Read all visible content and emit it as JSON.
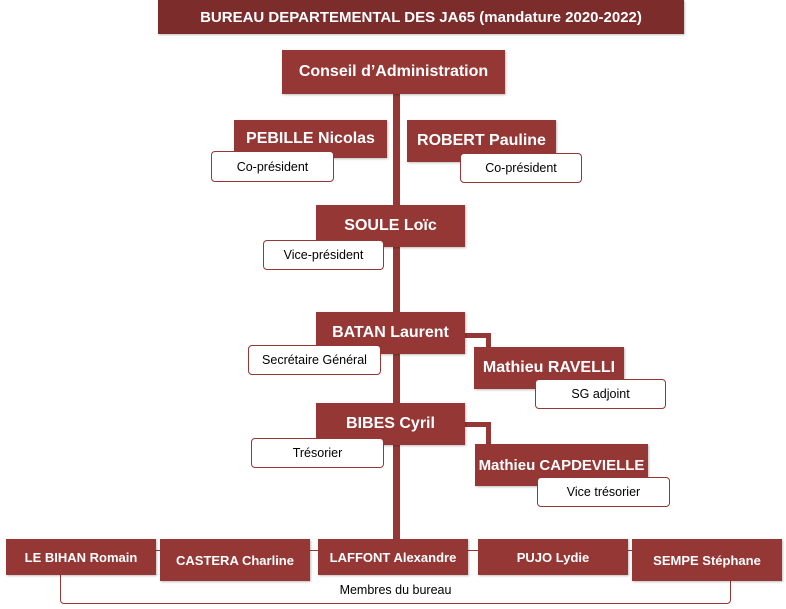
{
  "title": "BUREAU DEPARTEMENTAL DES JA65 (mandature 2020-2022)",
  "nodes": {
    "conseil": "Conseil d’Administration",
    "pebille": "PEBILLE Nicolas",
    "robert": "ROBERT Pauline",
    "soule": "SOULE Loïc",
    "batan": "BATAN Laurent",
    "ravelli": "Mathieu RAVELLI",
    "bibes": "BIBES Cyril",
    "capdevielle": "Mathieu CAPDEVIELLE",
    "lebihan": "LE BIHAN Romain",
    "castera": "CASTERA Charline",
    "laffont": "LAFFONT Alexandre",
    "pujo": "PUJO Lydie",
    "sempe": "SEMPE Stéphane"
  },
  "roles": {
    "copresident1": "Co-président",
    "copresident2": "Co-président",
    "vicepresident": "Vice-président",
    "secretaire": "Secrétaire Général",
    "sgadjoint": "SG adjoint",
    "tresorier": "Trésorier",
    "vicetresorier": "Vice trésorier",
    "membres": "Membres du bureau"
  },
  "colors": {
    "node": "#953735",
    "title": "#7b2c2b",
    "text": "#ffffff"
  }
}
